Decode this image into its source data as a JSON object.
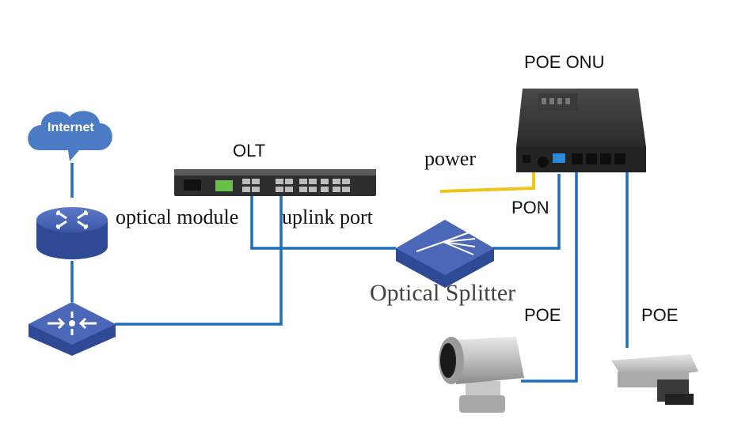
{
  "labels": {
    "internet": "Internet",
    "olt": "OLT",
    "optical_module": "optical module",
    "uplink_port": "uplink port",
    "power": "power",
    "pon": "PON",
    "optical_splitter": "Optical Splitter",
    "poe_onu": "POE ONU",
    "poe_left": "POE",
    "poe_right": "POE"
  },
  "colors": {
    "fiber": "#1f6fb8",
    "power_cable": "#f0c419",
    "router": "#3a57a6",
    "cloud": "#4a7bc4",
    "device_dark": "#2b2b2b"
  },
  "icons": [
    "cloud-icon",
    "router-icon",
    "switch-icon",
    "splitter-icon",
    "camera-icon"
  ]
}
